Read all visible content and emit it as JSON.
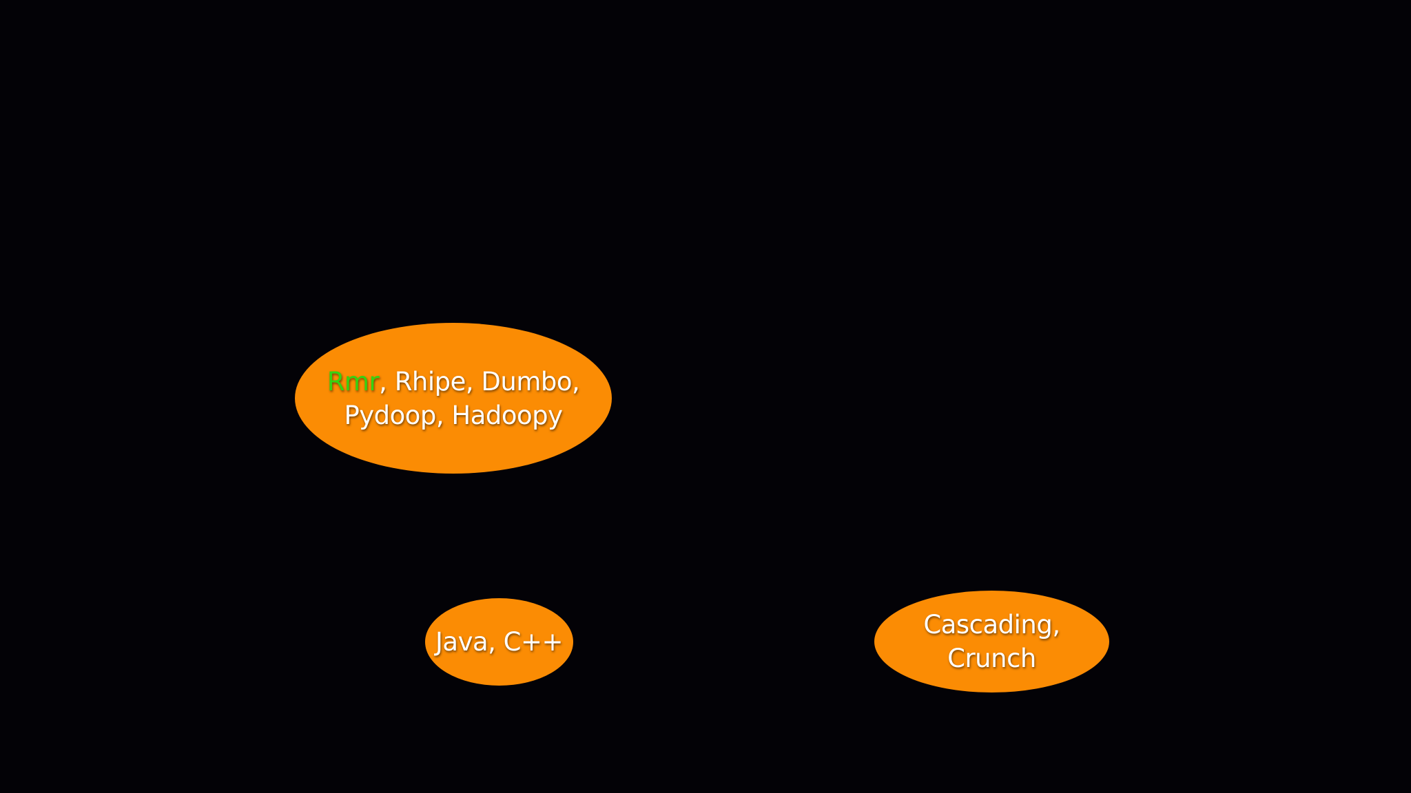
{
  "colors": {
    "background": "#030206",
    "node_fill": "#fb8c04",
    "text": "#ffffff",
    "highlight": "#35d312"
  },
  "nodes": {
    "r_tools": {
      "highlight": "Rmr",
      "line1_rest": ", Rhipe, Dumbo,",
      "line2": "Pydoop, Hadoopy"
    },
    "java": {
      "label": "Java, C++"
    },
    "cascading": {
      "line1": "Cascading,",
      "line2": "Crunch"
    }
  }
}
